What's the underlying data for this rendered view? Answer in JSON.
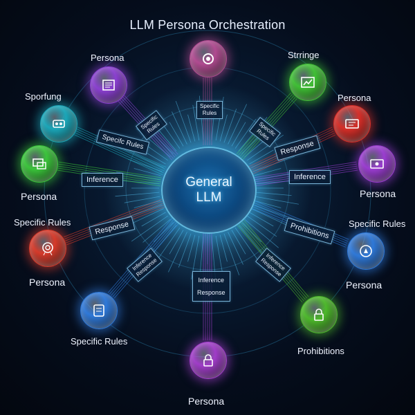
{
  "title": "LLM Persona Orchestration",
  "core": {
    "line1": "General",
    "line2": "LLM"
  },
  "nodes": [
    {
      "id": "top",
      "label": "",
      "color": "#b04a90",
      "icon": "gear-icon"
    },
    {
      "id": "top-left",
      "label": "Persona",
      "color": "#8a3fd0",
      "icon": "document-icon"
    },
    {
      "id": "upper-left",
      "label": "Sporfung",
      "color": "#1aa6b8",
      "icon": "chip-icon"
    },
    {
      "id": "left",
      "label": "Persona",
      "color": "#3ac43a",
      "icon": "chat-icon"
    },
    {
      "id": "lower-left",
      "label": "Persona",
      "color": "#d63a2a",
      "icon": "target-icon"
    },
    {
      "id": "bottom-left",
      "label": "Specific Rules",
      "color": "#2e78d8",
      "icon": "checklist-icon"
    },
    {
      "id": "bottom",
      "label": "Persona",
      "color": "#a03cc8",
      "icon": "lock-icon"
    },
    {
      "id": "bottom-right",
      "label": "Prohibitions",
      "color": "#4cb82a",
      "icon": "lock-icon"
    },
    {
      "id": "lower-right",
      "label": "Persona",
      "color": "#2e78d8",
      "icon": "compass-icon"
    },
    {
      "id": "right",
      "label": "Persona",
      "color": "#9a3cd0",
      "icon": "screen-icon"
    },
    {
      "id": "upper-right",
      "label": "Persona",
      "color": "#d62e28",
      "icon": "screen-icon"
    },
    {
      "id": "top-right",
      "label": "Strringe",
      "color": "#3fbf34",
      "icon": "chart-icon"
    }
  ],
  "side_labels": {
    "specific_rules_left": "Specific Rules",
    "specific_rules_right": "Specific Rules"
  },
  "tags": {
    "top": {
      "line1": "Specific",
      "line2": "Rules"
    },
    "upper_left_1": {
      "line1": "Specific",
      "line2": "Rules"
    },
    "upper_left_2": "Specifc Rules",
    "left": "Inference",
    "lower_left": "Response",
    "bottom_left": {
      "line1": "Inference",
      "line2": "Response"
    },
    "bottom": {
      "line1": "Inference",
      "line2": "Response"
    },
    "bottom_right": {
      "line1": "Inference",
      "line2": "Response"
    },
    "upper_right_1": {
      "line1": "Specific",
      "line2": "Rules"
    },
    "upper_right_2": "Response",
    "right": "Inference",
    "lower_right": "Prohibitions"
  }
}
